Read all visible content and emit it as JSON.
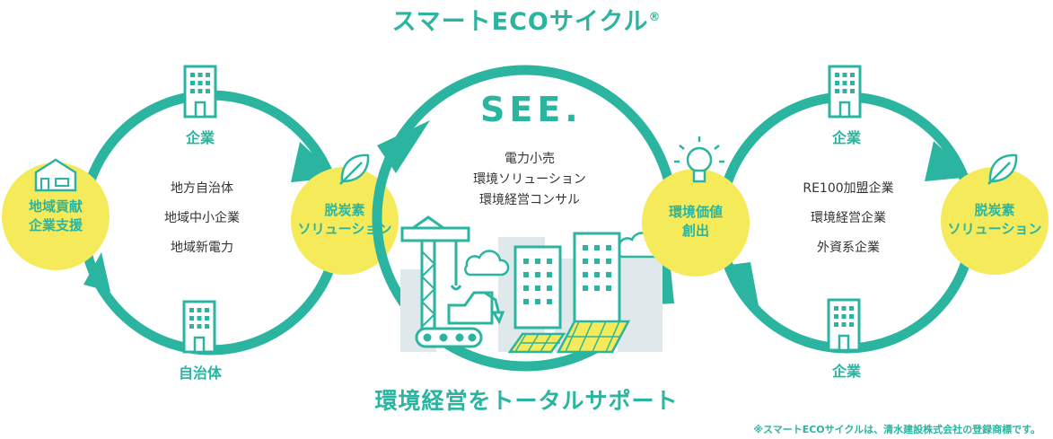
{
  "title": {
    "main": "スマートECOサイクル",
    "mark": "®"
  },
  "bottom_title": "環境経営をトータルサポート",
  "footnote": "※スマートECOサイクルは、清水建設株式会社の登録商標です。",
  "colors": {
    "accent": "#2bb5a0",
    "node_fill": "#f5ea5a",
    "text": "#333333",
    "soft": "#dfe8ea"
  },
  "left_cycle": {
    "node_left": [
      "地域貢献",
      "企業支援"
    ],
    "node_right": [
      "脱炭素",
      "ソリューション"
    ],
    "top_label": "企業",
    "bottom_label": "自治体",
    "list": [
      "地方自治体",
      "地域中小企業",
      "地域新電力"
    ]
  },
  "center_cycle": {
    "logo": "SEE.",
    "list": [
      "電力小売",
      "環境ソリューション",
      "環境経営コンサル"
    ]
  },
  "right_cycle": {
    "node_left": [
      "環境価値",
      "創出"
    ],
    "node_right": [
      "脱炭素",
      "ソリューション"
    ],
    "top_label": "企業",
    "bottom_label": "企業",
    "list": [
      "RE100加盟企業",
      "環境経営企業",
      "外資系企業"
    ]
  },
  "icons": [
    "building-icon",
    "house-icon",
    "leaf-icon",
    "lightbulb-icon",
    "crane-icon",
    "excavator-icon",
    "solar-panel-icon",
    "cloud-icon"
  ]
}
